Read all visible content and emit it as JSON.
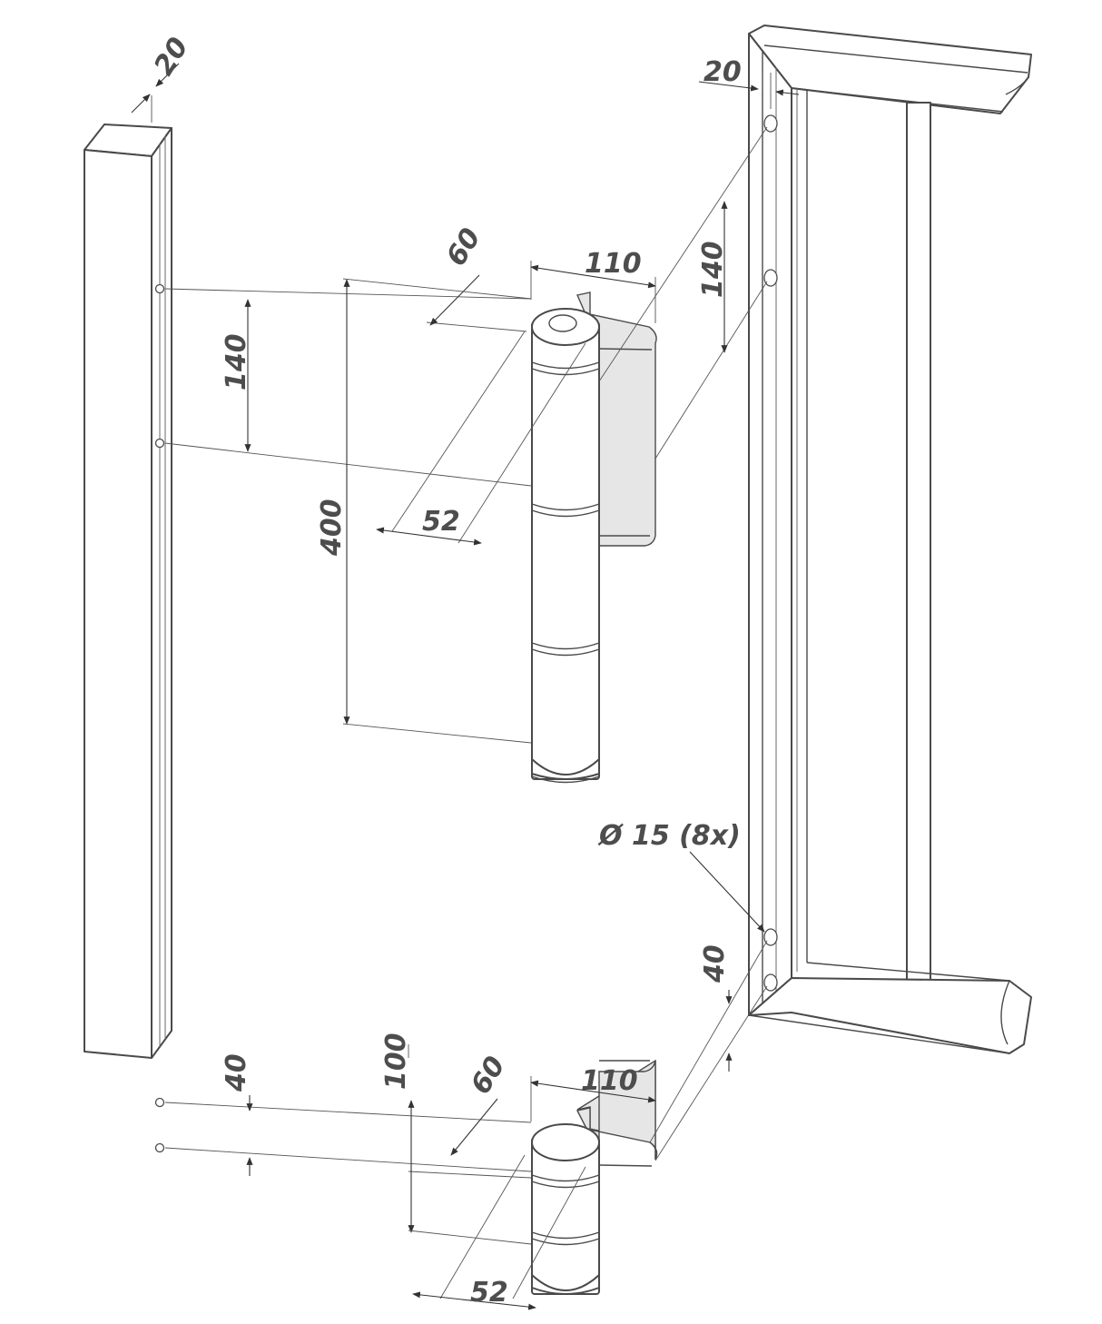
{
  "dimensions": {
    "post_thickness": "20",
    "frame_thickness": "20",
    "upper_hole_spacing_post": "140",
    "upper_hole_spacing_frame": "140",
    "upper_offset": "60",
    "upper_width": "110",
    "upper_hinge_length": "400",
    "upper_barrel": "52",
    "hole_diameter": "Ø 15 (8x)",
    "lower_hole_spacing_frame": "40",
    "lower_hole_spacing_post": "40",
    "lower_hinge_length": "100",
    "lower_offset": "60",
    "lower_width": "110",
    "lower_barrel": "52"
  },
  "colors": {
    "line": "#4a4a4a",
    "label": "#4d4d4d",
    "shade": "#e6e6e6"
  }
}
